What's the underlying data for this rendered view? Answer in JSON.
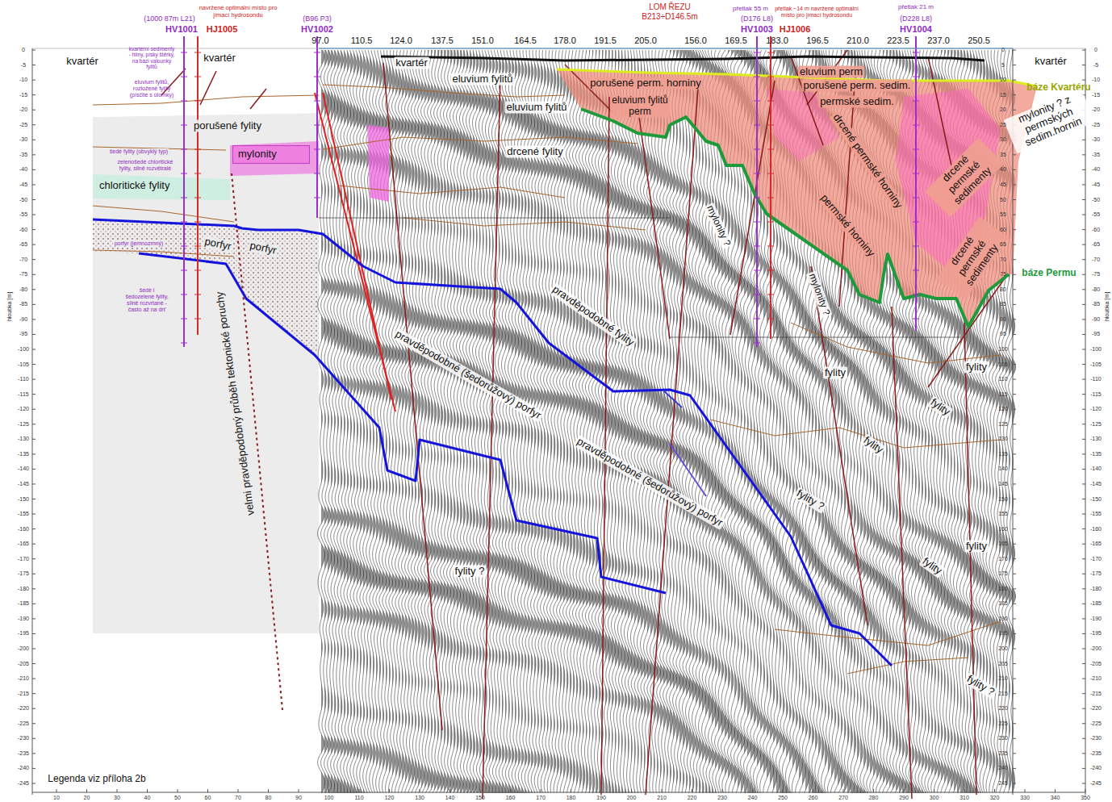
{
  "diagram": {
    "nodes": [
      {
        "text": [
          "mylonity"
        ]
      },
      {
        "text": [
          "chloritické fylity"
        ]
      }
    ],
    "labels": [
      "97.0",
      "110.5",
      "124.0",
      "137.5",
      "151.0",
      "164.5",
      "178.0",
      "191.5",
      "205.0",
      "156.0",
      "169.5",
      "183.0",
      "196.5",
      "210.0",
      "223.5",
      "237.0",
      "250.5",
      "(1000 87m L21)",
      "HV1001",
      "navržené optimální místo pro jímací hydrosondu",
      "HJ1005",
      "(B96 P3)",
      "HV1002",
      "LOM ŘEZU",
      "B213÷D146.5m",
      "přetlak 55 m",
      "(D176 L8)",
      "HV1003",
      "přetlak ~14 m navržené optimální místo pro jímací hydrosondu",
      "HJ1006",
      "přetlak 21 m",
      "(D228 L8)",
      "HV1004",
      "kvartér",
      "kvartér",
      "kvartér",
      "kvartér",
      "eluvium fylitů",
      "porušené perm. horniny",
      "eluvium fylitů",
      "eluvium fylitů perm",
      "eluvium perm",
      "porušené perm. sedim.",
      "permské sedim.",
      "báze Kvartéru",
      "mylonity ? z permských sedim.hornin",
      "drcené fylity",
      "porušené fylity",
      "porfyr",
      "porfyr",
      "drcené permské horniny",
      "permské horniny",
      "drcené permské sedimenty",
      "drcené permské sedimenty",
      "báze Permu",
      "mylonity ?",
      "mylonity ?",
      "pravděpodobné fylity",
      "pravděpodobné (šedorůžový) porfyr",
      "pravděpodobné (šedorůžový) porfyr",
      "velmi pravděpodobný průběh tektonické poruchy",
      "fylity ?",
      "fylity ?",
      "fylity ?",
      "fylity",
      "fylity",
      "fylity",
      "fylity",
      "fylity",
      "fylity",
      "Legenda viz příloha 2b",
      "kvartérní sedimenty - hlíny, písky štěrky, na bázi valounky fylitů",
      "eluvium fylitů, rozložené fylity (písčité s úlomky)",
      "šedé fylity (obvyklý typ)",
      "zelenošedé chloritické fylity, silně rozvětralé",
      "porfyr (jemnozrnný)",
      "šedé i šedozelené fylity, silně rozvrtané - často až na drť",
      "hloubka [m]",
      "hloubka [m]",
      "0",
      "-5",
      "-10",
      "-15",
      "-20",
      "-25",
      "-30",
      "-35",
      "-40",
      "-45",
      "-50",
      "-55",
      "-60",
      "-65",
      "-70",
      "-75",
      "-80",
      "-85",
      "-90",
      "-95",
      "-100",
      "-105",
      "-110",
      "-115",
      "-120",
      "-125",
      "-130",
      "-135",
      "-140",
      "-145",
      "-150",
      "-155",
      "-160",
      "-165",
      "-170",
      "-175",
      "-180",
      "-185",
      "-190",
      "-195",
      "-200",
      "-205",
      "-210",
      "-215",
      "-220",
      "-225",
      "-230",
      "-235",
      "-240",
      "-245",
      "0",
      "5",
      "10",
      "15",
      "20",
      "25",
      "30",
      "35",
      "40",
      "45",
      "50",
      "55",
      "60",
      "65",
      "70",
      "75",
      "80",
      "85",
      "90",
      "95",
      "100",
      "105",
      "110",
      "115",
      "120",
      "125",
      "130",
      "135",
      "140",
      "145",
      "150",
      "155",
      "160",
      "165",
      "170",
      "175",
      "180",
      "185",
      "190",
      "195",
      "200",
      "205",
      "210",
      "215",
      "220",
      "225",
      "230",
      "235",
      "240",
      "245",
      "0",
      "-5",
      "-10",
      "-15",
      "-20",
      "-25",
      "-30",
      "-35",
      "-40",
      "-45",
      "-50",
      "-55",
      "-60",
      "-65",
      "-70",
      "-75",
      "-80",
      "-85",
      "-90",
      "-95",
      "-100",
      "-105",
      "-110",
      "-115",
      "-120",
      "-125",
      "-130",
      "-135",
      "-140",
      "-145",
      "-150",
      "-155",
      "-160",
      "-165",
      "-170",
      "-175",
      "-180",
      "-185",
      "-190",
      "-195",
      "-200",
      "-205",
      "-210",
      "-215",
      "-220",
      "-225",
      "-230",
      "-235",
      "-240",
      "-245",
      "10",
      "20",
      "30",
      "40",
      "50",
      "60",
      "70",
      "80",
      "90",
      "100",
      "110",
      "120",
      "130",
      "140",
      "150",
      "160",
      "170",
      "180",
      "190",
      "200",
      "210",
      "220",
      "230",
      "240",
      "250",
      "260",
      "270",
      "280",
      "290",
      "300",
      "310",
      "320",
      "330",
      "340",
      "350"
    ]
  }
}
